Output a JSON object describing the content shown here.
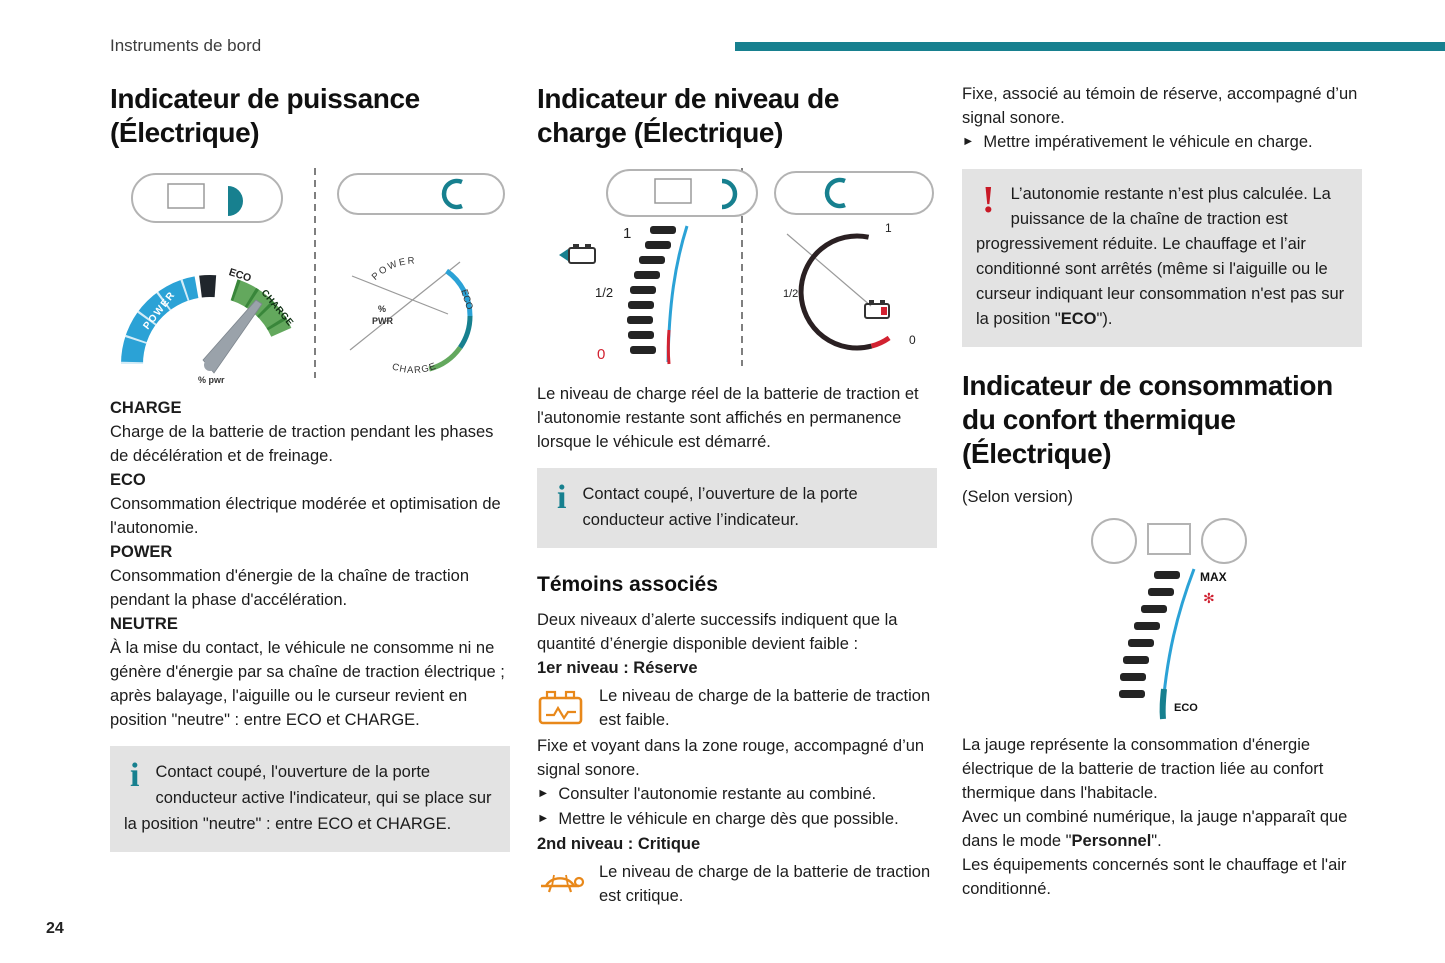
{
  "meta": {
    "header": "Instruments de bord",
    "page_number": "24",
    "accent_color": "#17808f"
  },
  "icons": {
    "info": "i",
    "warning": "!",
    "arrow": "►",
    "fan": "✻"
  },
  "col1": {
    "title_line1": "Indicateur de puissance",
    "title_line2": "(Électrique)",
    "terms": [
      {
        "label": "CHARGE",
        "text": "Charge de la batterie de traction pendant les phases de décélération et de freinage."
      },
      {
        "label": "ECO",
        "text": "Consommation électrique modérée et optimisation de l'autonomie."
      },
      {
        "label": "POWER",
        "text": "Consommation d'énergie de la chaîne de traction pendant la phase d'accélération."
      },
      {
        "label": "NEUTRE",
        "text": "À la mise du contact, le véhicule ne consomme ni ne génère d'énergie par sa chaîne de traction électrique ; après balayage, l'aiguille ou le curseur revient en position \"neutre\" : entre ECO et CHARGE."
      }
    ],
    "info_box": "Contact coupé, l'ouverture de la porte conducteur active l'indicateur, qui se place sur la position \"neutre\" : entre ECO et CHARGE."
  },
  "col2": {
    "title_line1": "Indicateur de niveau de",
    "title_line2": "charge (Électrique)",
    "intro": "Le niveau de charge réel de la batterie de traction et l'autonomie restante sont affichés en permanence lorsque le véhicule est démarré.",
    "info_box": "Contact coupé, l’ouverture de la porte conducteur active l’indicateur.",
    "subheading": "Témoins associés",
    "alert_intro": "Deux niveaux d’alerte successifs indiquent que la quantité d’énergie disponible devient faible :",
    "level1_label": "1er niveau : Réserve",
    "level1_text": "Le niveau de charge de la batterie de traction est faible.",
    "level1_detail": "Fixe et voyant dans la zone rouge, accompagné d’un signal sonore.",
    "action1": "Consulter l'autonomie restante au combiné.",
    "action2": "Mettre le véhicule en charge dès que possible.",
    "level2_label": "2nd niveau : Critique",
    "level2_text": "Le niveau de charge de la batterie de traction est critique."
  },
  "col3": {
    "top_text": "Fixe, associé au témoin de réserve, accompagné d’un signal sonore.",
    "action": "Mettre impérativement le véhicule en charge.",
    "warning": {
      "p1": "L’autonomie restante n’est plus calculée.",
      "p2": "La puissance de la chaîne de traction est progressivement réduite.",
      "p3": "Le chauffage et l’air conditionné sont arrêtés (même si l'aiguille ou le curseur indiquant leur consommation n'est pas sur la position \"",
      "bold": "ECO",
      "p4": "\")."
    },
    "title_line1": "Indicateur de consommation",
    "title_line2": "du confort thermique",
    "title_line3": "(Électrique)",
    "version_note": "(Selon version)",
    "p1": "La jauge représente la consommation d'énergie électrique de la batterie de traction liée au confort thermique dans l'habitacle.",
    "p2a": "Avec un combiné numérique, la jauge n'apparaît que dans le mode \"",
    "p2bold": "Personnel",
    "p2b": "\".",
    "p3": "Les équipements concernés sont le chauffage et l'air conditionné."
  },
  "illus1": {
    "power": "POWER",
    "eco": "ECO",
    "charge": "CHARGE",
    "pwr_small": "% pwr",
    "power2": "POWER",
    "eco2": "ECO",
    "charge2": "CHARGE",
    "pct": "%",
    "pwr": "PWR"
  },
  "illus2": {
    "one": "1",
    "half": "1/2",
    "zero": "0",
    "one2": "1",
    "half2": "1/2",
    "zero2": "0"
  },
  "illus3": {
    "max": "MAX",
    "eco": "ECO"
  }
}
